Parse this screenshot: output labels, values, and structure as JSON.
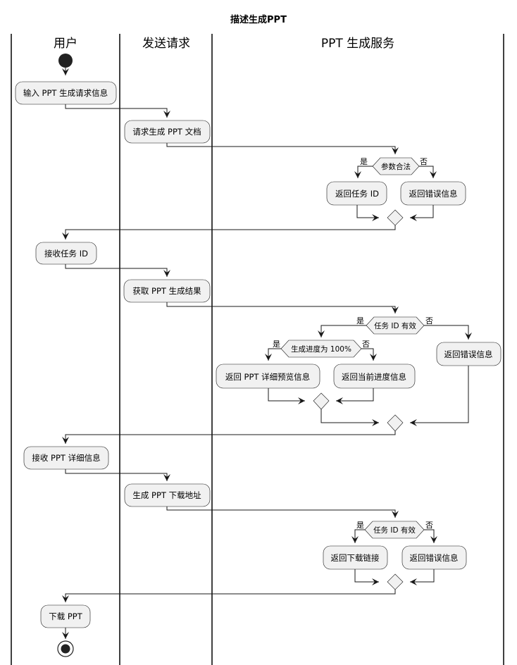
{
  "title": "描述生成PPT",
  "lanes": [
    "用户",
    "发送请求",
    "PPT 生成服务"
  ],
  "nodes": {
    "a1": "输入 PPT 生成请求信息",
    "a2": "请求生成 PPT 文档",
    "d1": "参数合法",
    "a3": "返回任务 ID",
    "a4": "返回错误信息",
    "a5": "接收任务 ID",
    "a6": "获取 PPT 生成结果",
    "d2": "任务 ID 有效",
    "d3": "生成进度为 100%",
    "a7": "返回 PPT 详细预览信息",
    "a8": "返回当前进度信息",
    "a9": "返回错误信息",
    "a10": "接收 PPT 详细信息",
    "a11": "生成 PPT 下载地址",
    "d4": "任务 ID 有效",
    "a12": "返回下载链接",
    "a13": "返回错误信息",
    "a14": "下载 PPT"
  },
  "branch_labels": {
    "yes": "是",
    "no": "否"
  }
}
